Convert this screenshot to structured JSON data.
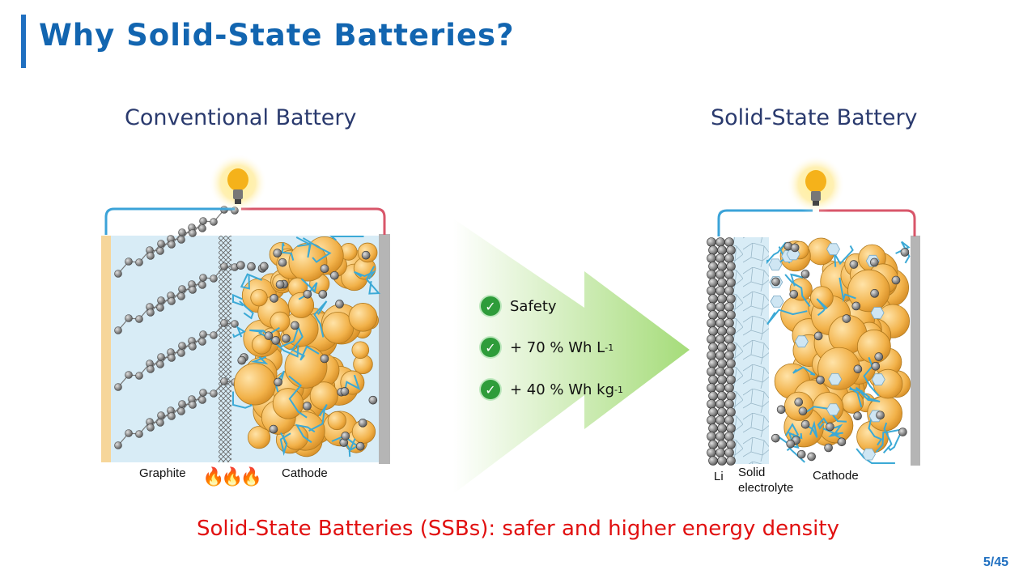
{
  "title": "Why Solid-State Batteries?",
  "conventional": {
    "title": "Conventional Battery",
    "labels": {
      "graphite": "Graphite",
      "cathode": "Cathode"
    }
  },
  "solid_state": {
    "title": "Solid-State Battery",
    "labels": {
      "li": "Li",
      "electrolyte_1": "Solid",
      "electrolyte_2": "electrolyte",
      "cathode": "Cathode"
    }
  },
  "benefits": [
    {
      "text": "Safety",
      "sup": ""
    },
    {
      "text": "+ 70 % Wh L",
      "sup": "-1"
    },
    {
      "text": "+ 40 % Wh kg",
      "sup": "-1"
    }
  ],
  "icons": {
    "bulb": "light-bulb-icon",
    "check": "check-circle-icon",
    "fire": "fire-icon"
  },
  "fire_glyphs": "🔥🔥🔥",
  "conclusion": "Solid-State Batteries (SSBs): safer and higher energy density",
  "page_number": "5/45",
  "colors": {
    "title": "#1265b0",
    "conclusion": "#e11010",
    "check": "#2e9c3a",
    "electrolyte": "#d8ecf6",
    "particle": "#f2b24a",
    "wire_left": "#3ba3d8",
    "wire_right": "#d8566a"
  }
}
